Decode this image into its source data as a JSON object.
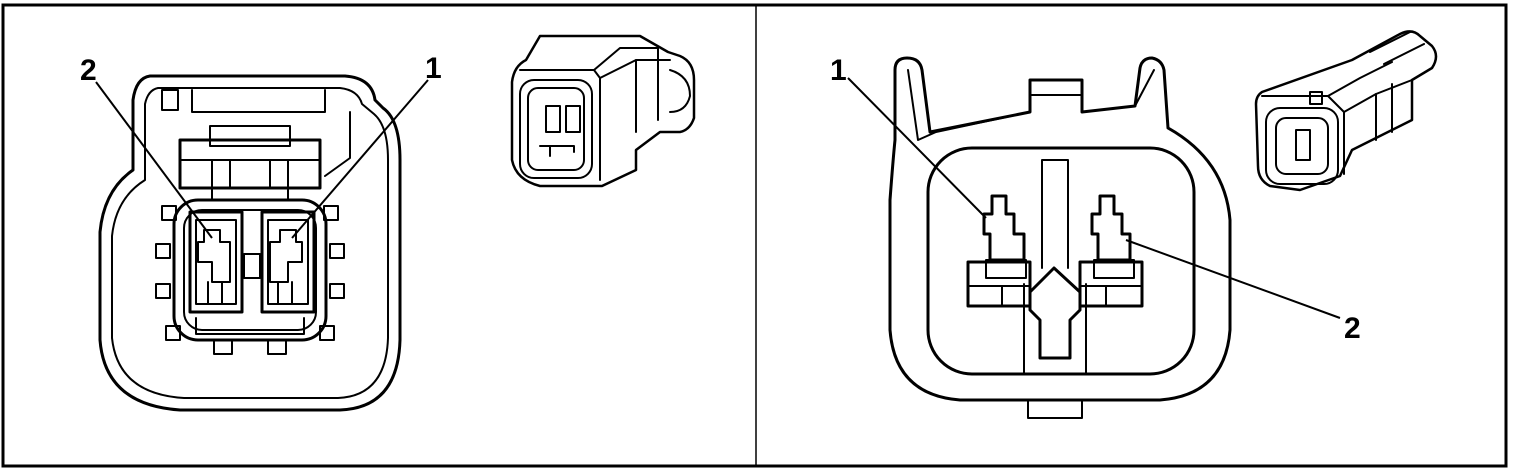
{
  "figure": {
    "left_panel": {
      "callouts": [
        {
          "id": "callout-1",
          "text": "1"
        },
        {
          "id": "callout-2",
          "text": "2"
        }
      ]
    },
    "right_panel": {
      "callouts": [
        {
          "id": "callout-1",
          "text": "1"
        },
        {
          "id": "callout-2",
          "text": "2"
        }
      ]
    }
  }
}
